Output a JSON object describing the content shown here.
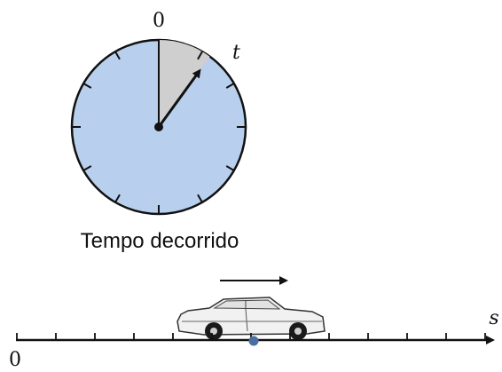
{
  "clock": {
    "zero_label": "0",
    "hand_label": "t",
    "caption": "Tempo decorrido",
    "tick_count": 12,
    "elapsed_fraction": 0.1,
    "face_color": "#b8cfee",
    "wedge_color": "#cfcfcf"
  },
  "track": {
    "origin_label": "0",
    "axis_label": "s",
    "tick_count": 13,
    "marker_color": "#4a6fa1",
    "motion_direction": "right"
  }
}
